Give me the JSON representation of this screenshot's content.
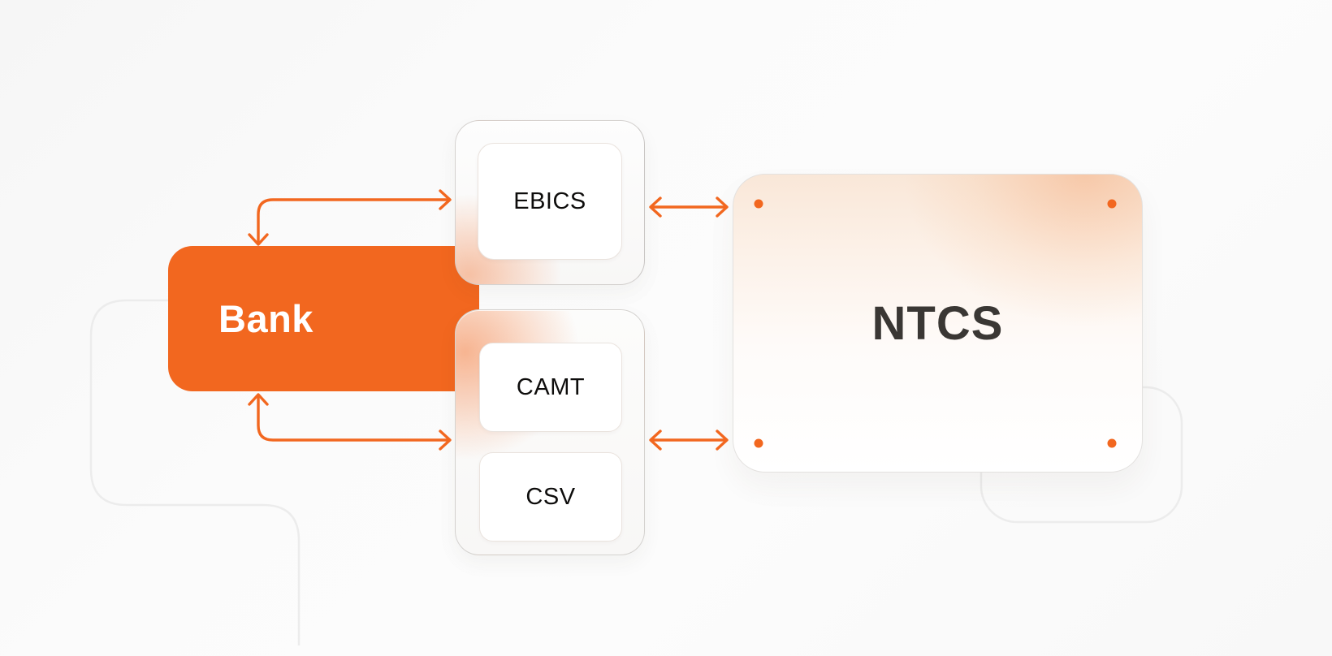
{
  "diagram_title": "Bank to NTCS connectivity diagram",
  "colors": {
    "accent": "#f2671f",
    "arrow": "#f2671f",
    "dot": "#f2671f",
    "bank_bg": "#f2671f",
    "bank_text": "#ffffff",
    "chip_text": "#0e0d0c",
    "ntcs_text": "#3a3734",
    "decoration_line": "#ececec",
    "container_border": "#cecbc8"
  },
  "nodes": {
    "bank": {
      "label": "Bank"
    },
    "protocol_group": {
      "items": [
        {
          "label": "EBICS"
        }
      ]
    },
    "format_group": {
      "items": [
        {
          "label": "CAMT"
        },
        {
          "label": "CSV"
        }
      ]
    },
    "ntcs": {
      "label": "NTCS"
    }
  },
  "connections": [
    {
      "from": "Bank",
      "to": "EBICS",
      "type": "bidirectional",
      "shape": "elbow"
    },
    {
      "from": "Bank",
      "to": "CAMT/CSV",
      "type": "bidirectional",
      "shape": "elbow"
    },
    {
      "from": "EBICS",
      "to": "NTCS",
      "type": "bidirectional",
      "shape": "straight"
    },
    {
      "from": "CAMT/CSV",
      "to": "NTCS",
      "type": "bidirectional",
      "shape": "straight"
    }
  ],
  "ntcs_ports": {
    "count": 4,
    "positions": [
      "top-left",
      "top-right",
      "bottom-left",
      "bottom-right"
    ]
  }
}
